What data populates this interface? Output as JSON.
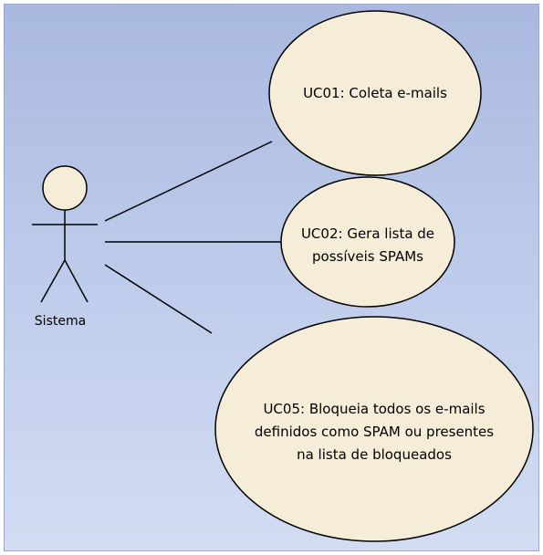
{
  "diagram": {
    "actor": {
      "name": "Sistema"
    },
    "use_cases": [
      {
        "lines": [
          "UC01: Coleta e-mails"
        ]
      },
      {
        "lines": [
          "UC02: Gera lista de",
          "possíveis SPAMs"
        ]
      },
      {
        "lines": [
          "UC05: Bloqueia todos os e-mails",
          "definidos como SPAM ou presentes",
          "na lista de bloqueados"
        ]
      }
    ],
    "colors": {
      "use_case_fill": "#f6edd9",
      "stroke": "#000000",
      "background_top": "#a9b8df",
      "background_bottom": "#d2dcf3"
    }
  }
}
